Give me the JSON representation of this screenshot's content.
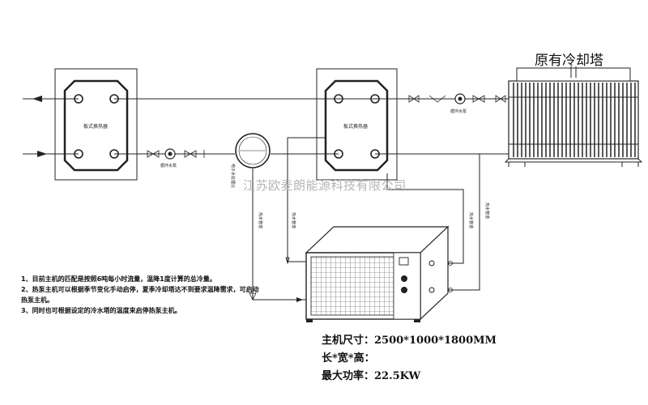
{
  "tower": {
    "title": "原有冷却塔"
  },
  "exchangers": {
    "left": {
      "label": "板式换热器"
    },
    "right": {
      "label": "板式换热器"
    }
  },
  "pumps": {
    "left": {
      "label": "循环水泵"
    },
    "right": {
      "label": "循环水泵"
    }
  },
  "tank": {
    "side_label": "电子水处理仪"
  },
  "pipes": {
    "vertical_label": "热水管道"
  },
  "watermark": "江苏欧麦朗能源科技有限公司",
  "notes": [
    "1、目前主机的匹配是按照6吨每小时流量，温降1度计算的总冷量。",
    "2、热泵主机可以根据季节变化手动启停，夏季冷却塔达不到要求温降需求，可启动热泵主机。",
    "3、同时也可根据设定的冷水塔的温度来启停热泵主机。"
  ],
  "specs": {
    "size_line": "主机尺寸：2500*1000*1800MM",
    "dims_line": "长*宽*高：",
    "power_line": "最大功率：22.5KW"
  }
}
